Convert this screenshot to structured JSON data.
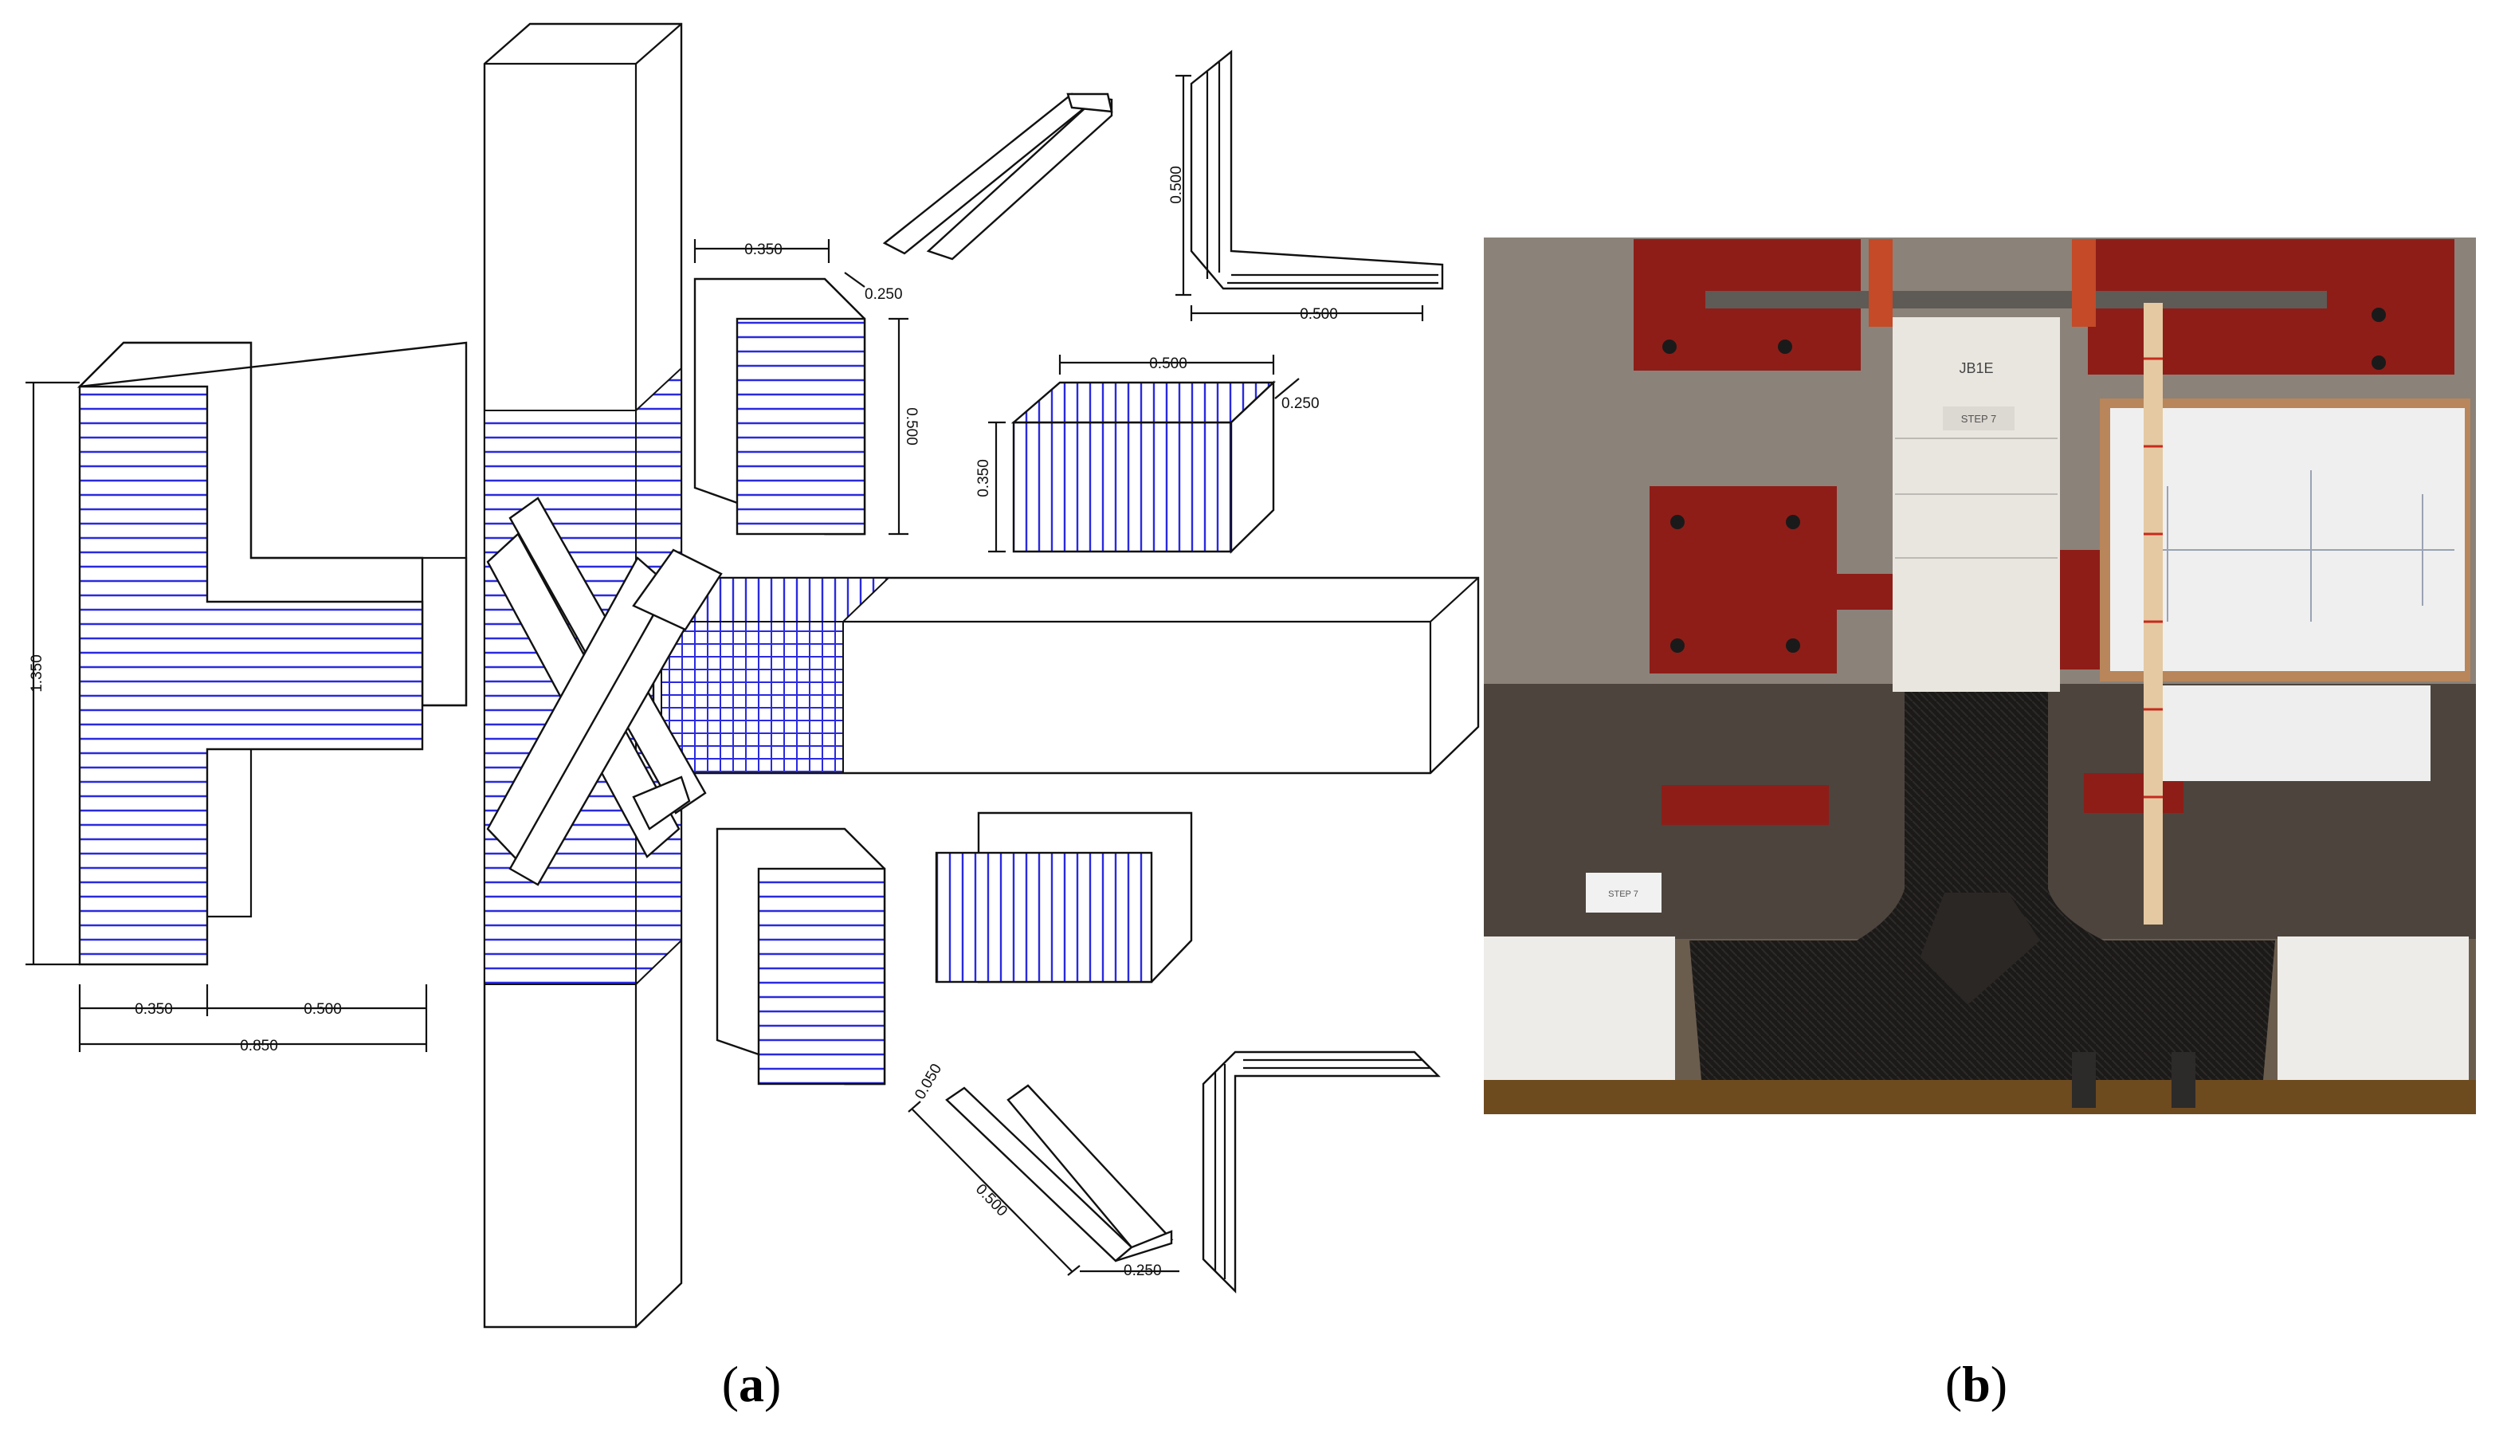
{
  "captions": {
    "a": "a",
    "b": "b"
  },
  "dimensions": {
    "t_height": "1.350",
    "t_flange": "0.350",
    "t_web": "0.500",
    "t_total": "0.850",
    "sheet_width": "0.350",
    "sheet_depth": "0.250",
    "sheet_height": "0.500",
    "block_width": "0.500",
    "block_depth": "0.250",
    "block_height": "0.350",
    "angle_height": "0.500",
    "angle_width": "0.500",
    "strip_thickness": "0.050",
    "strip_length": "0.500",
    "strip_width": "0.250"
  },
  "photo_labels": {
    "specimen": "JB1E",
    "step": "STEP 7",
    "side_step": "STEP 7"
  },
  "colors": {
    "cfrp_lines": "#2a2adf",
    "outline": "#111111",
    "photo_background": "#6b5d4e",
    "steel_frame": "#8e1d18",
    "cfrp_black": "#1c1a19"
  }
}
